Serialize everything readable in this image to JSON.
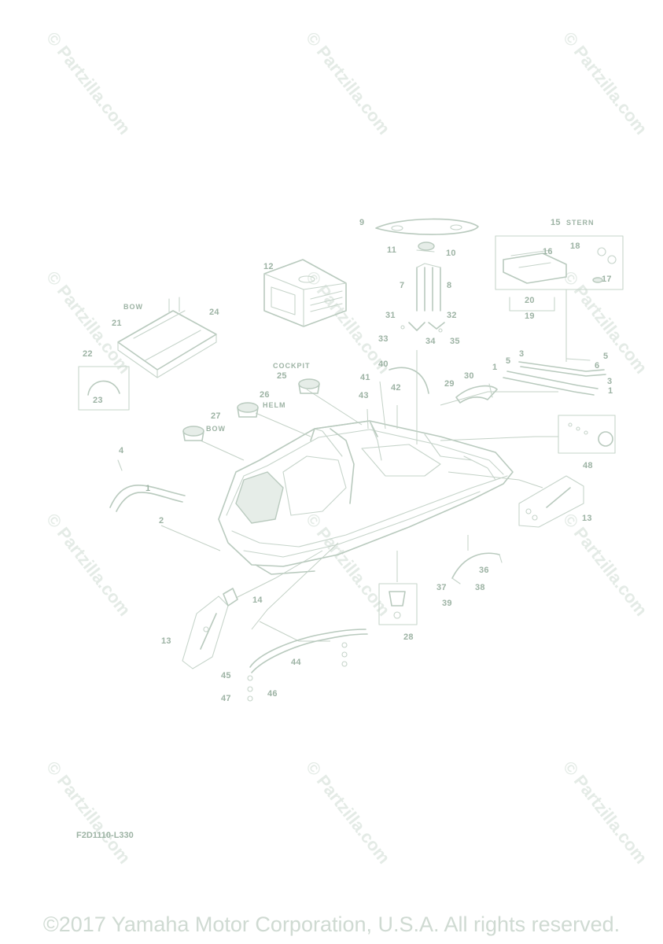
{
  "watermark": "© Partzilla.com",
  "captions": {
    "stern": "STERN",
    "bow_cushion": "BOW",
    "cockpit": "COCKPIT",
    "helm": "HELM",
    "bow_cup": "BOW"
  },
  "callouts": [
    "1",
    "1",
    "1",
    "2",
    "3",
    "3",
    "4",
    "5",
    "5",
    "6",
    "7",
    "8",
    "9",
    "10",
    "11",
    "12",
    "13",
    "13",
    "14",
    "15",
    "16",
    "17",
    "18",
    "19",
    "20",
    "21",
    "22",
    "23",
    "24",
    "25",
    "26",
    "27",
    "28",
    "29",
    "30",
    "31",
    "32",
    "33",
    "34",
    "35",
    "36",
    "37",
    "38",
    "39",
    "40",
    "41",
    "42",
    "43",
    "44",
    "45",
    "46",
    "47",
    "48"
  ],
  "diagram_code": "F2D1110-L330",
  "copyright": "©2017 Yamaha Motor Corporation, U.S.A. All rights reserved."
}
